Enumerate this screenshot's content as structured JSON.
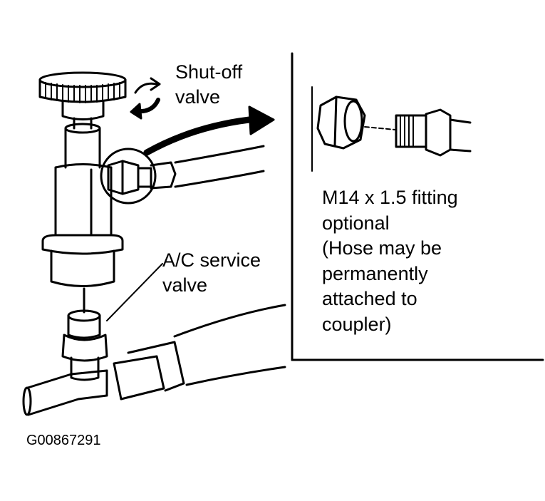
{
  "labels": {
    "shutoff_line1": "Shut-off",
    "shutoff_line2": "valve",
    "service_line1": "A/C service",
    "service_line2": "valve",
    "figure_id": "G00867291"
  },
  "detail_note": {
    "lines": [
      "M14 x 1.5 fitting",
      "optional",
      "(Hose may be",
      "permanently",
      "attached to",
      "coupler)"
    ]
  }
}
